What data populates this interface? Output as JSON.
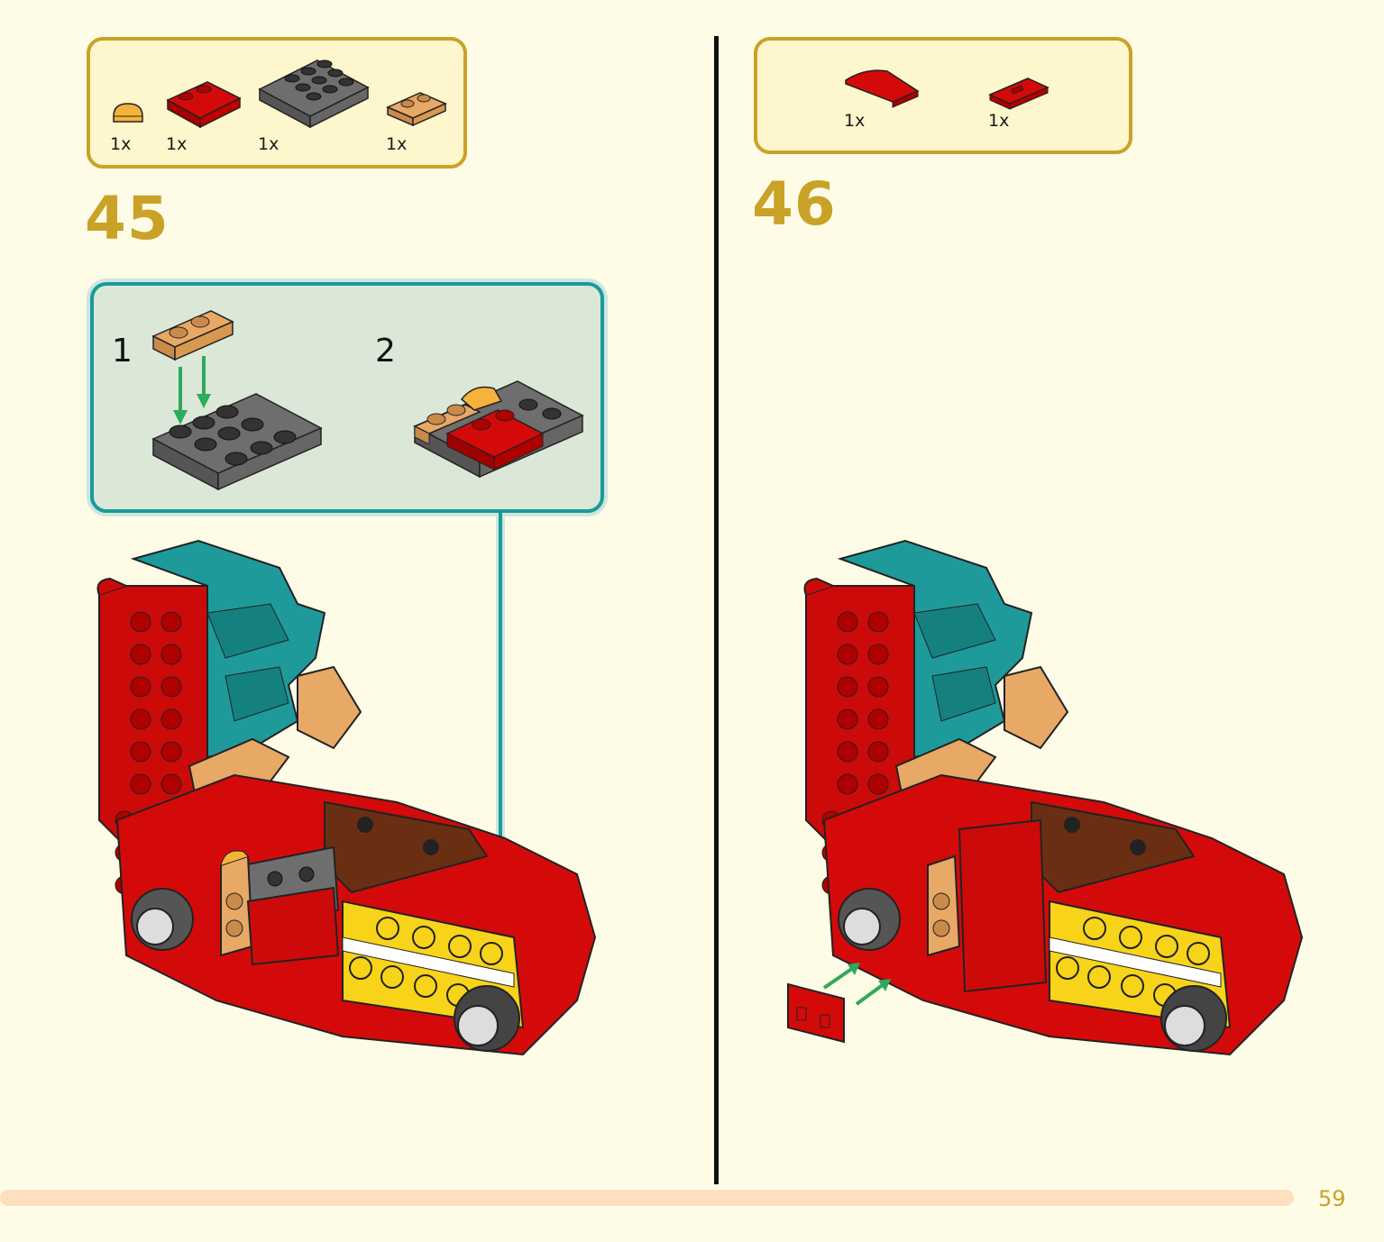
{
  "step45": {
    "number": "45",
    "parts": [
      {
        "qty": "1x",
        "part": "bright-orange-round-tile-icon"
      },
      {
        "qty": "1x",
        "part": "red-plate-2x2-icon"
      },
      {
        "qty": "1x",
        "part": "dark-gray-plate-3x4-icon"
      },
      {
        "qty": "1x",
        "part": "tan-plate-1x2-icon"
      }
    ],
    "substeps": [
      {
        "number": "1"
      },
      {
        "number": "2"
      }
    ]
  },
  "step46": {
    "number": "46",
    "parts": [
      {
        "qty": "1x",
        "part": "red-curved-slope-icon"
      },
      {
        "qty": "1x",
        "part": "red-tile-with-clip-icon"
      }
    ]
  },
  "page_number": "59",
  "colors": {
    "page_bg": "#fefce6",
    "parts_border": "#c9a227",
    "parts_bg": "#fef6cc",
    "step_number": "#c9a227",
    "substep_border": "#1a9a98",
    "substep_bg": "#dbe7d7",
    "arrow_green": "#2eaa5c",
    "footer_bar": "#fde0c0"
  }
}
